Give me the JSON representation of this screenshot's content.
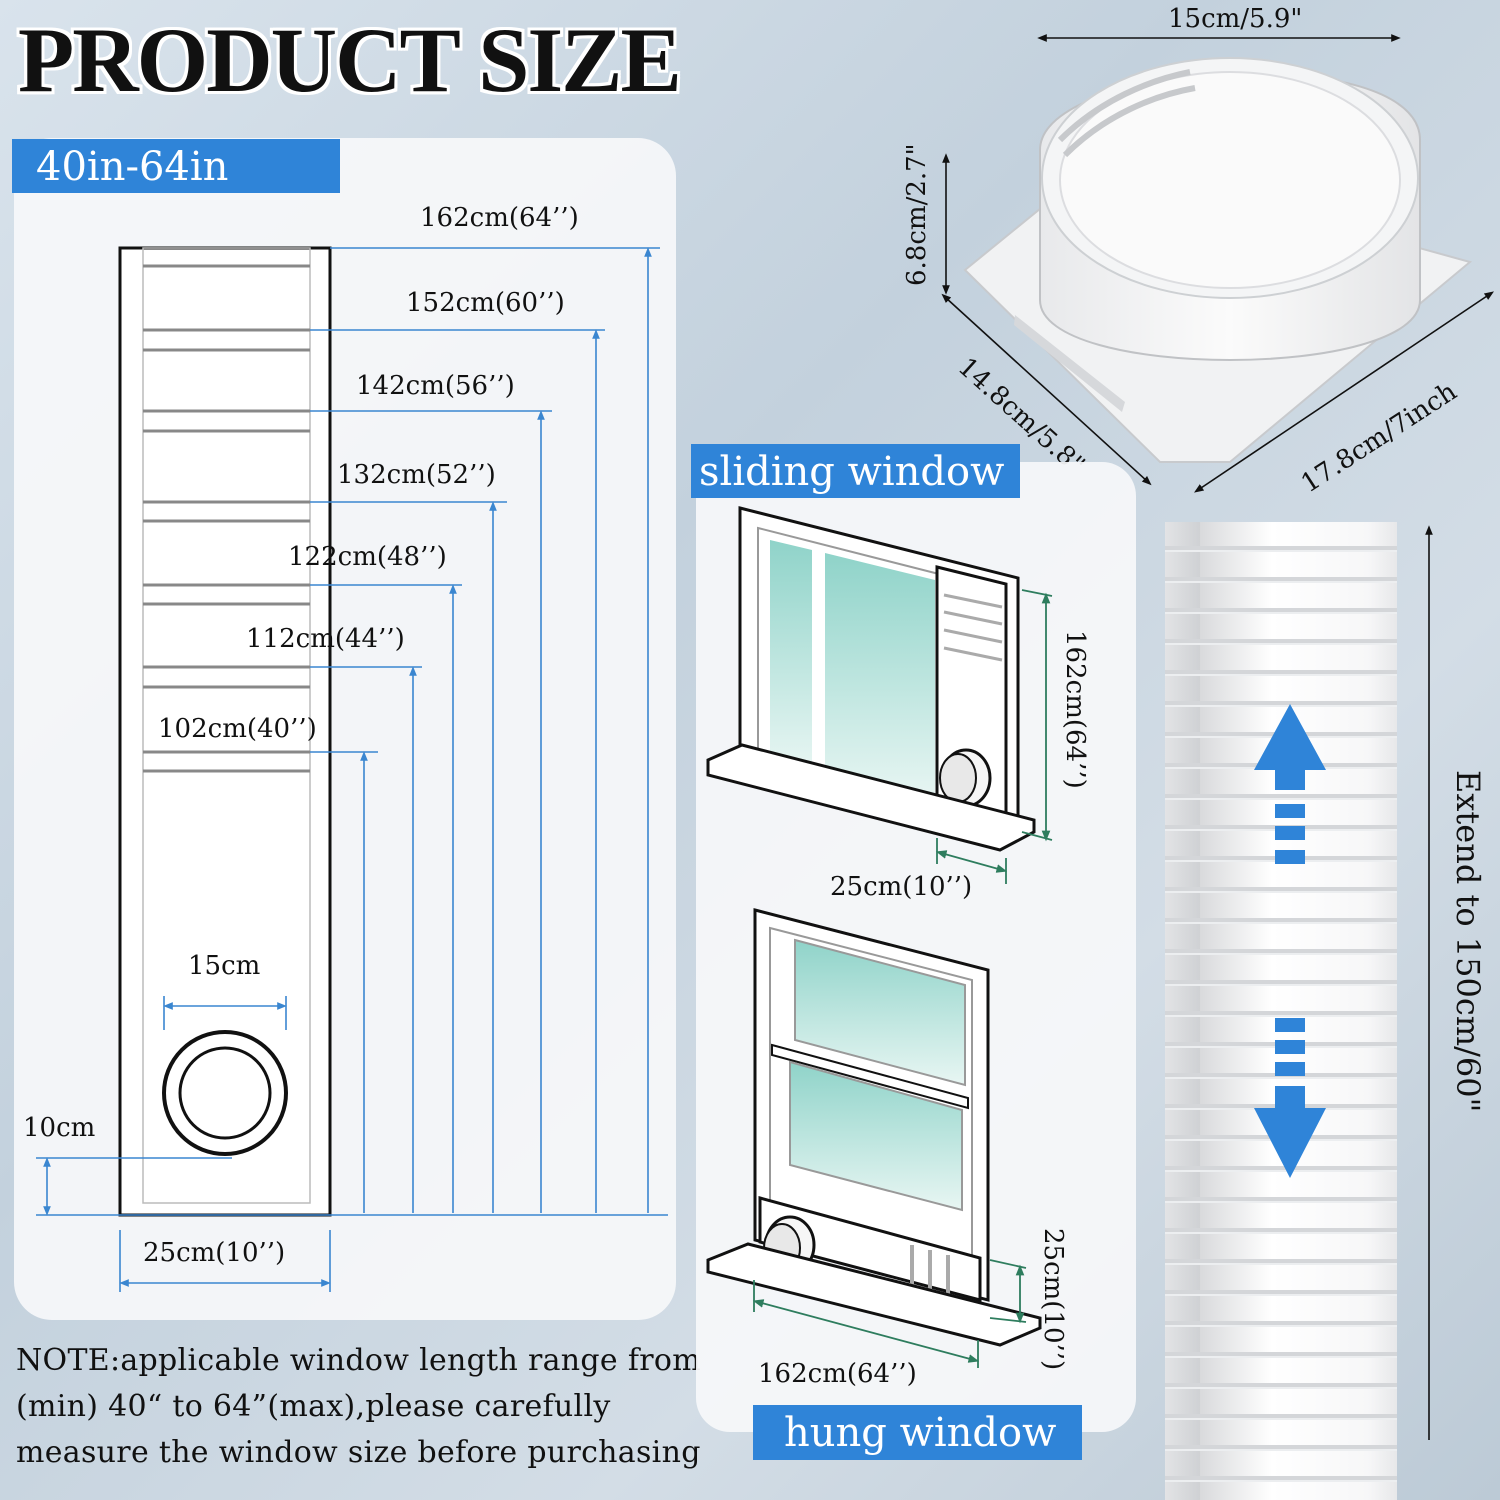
{
  "title": "PRODUCT SIZE",
  "range_tag": "40in-64in",
  "panel_dims": {
    "heights": [
      "162cm(64’’)",
      "152cm(60’’)",
      "142cm(56’’)",
      "132cm(52’’)",
      "122cm(48’’)",
      "112cm(44’’)",
      "102cm(40’’)"
    ],
    "hole_width": "15cm",
    "hole_offset": "10cm",
    "panel_width": "25cm(10’’)"
  },
  "connector_dims": {
    "top": "15cm/5.9\"",
    "height": "6.8cm/2.7\"",
    "left_edge": "14.8cm/5.8\"",
    "right_edge": "17.8cm/7inch"
  },
  "sliding": {
    "tag": "sliding window",
    "height": "162cm(64’’)",
    "width": "25cm(10’’)"
  },
  "hung": {
    "tag": "hung window",
    "width": "162cm(64’’)",
    "height": "25cm(10’’)"
  },
  "hose": {
    "label": "Extend to 150cm/60\""
  },
  "note": "NOTE:applicable window length range from (min) 40“ to 64”(max),please carefully measure the window size before purchasing",
  "colors": {
    "accent": "#2f84d8",
    "dim_line": "#3a86d0",
    "green_dim": "#2e7d5e"
  }
}
